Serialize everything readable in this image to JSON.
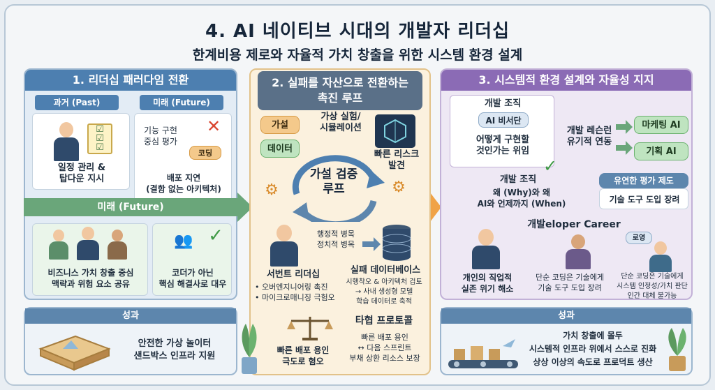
{
  "title": "4. AI 네이티브 시대의 개발자 리더십",
  "subtitle": "한계비용 제로와 자율적 가치 창출을 위한 시스템 환경 설계",
  "section1": {
    "header": "1. 리더십 패러다임 전환",
    "past_tag": "과거 (Past)",
    "future_tag": "미래 (Future)",
    "past_caption": "일정 관리 &\n탑다운 지시",
    "future_caption_1": "기능 구현\n중심 평가",
    "coding": "코딩",
    "future_caption_2": "배포 지연\n(결함 없는 아키텍처)",
    "band": "미래 (Future)",
    "bottom_left": "비즈니스 가치 창출 중심\n맥락과 위험 요소 공유",
    "bottom_right": "코더가 아닌\n핵심 해결사로 대우",
    "outcome_head": "성과",
    "outcome_text": "안전한 가상 놀이터\n샌드박스 인프라 지원"
  },
  "section2": {
    "header": "2. 실패를 자산으로 전환하는\n촉진 루프",
    "hypothesis": "가설",
    "data": "데이터",
    "simulation": "가상 실험/\n시뮬레이션",
    "loop": "가설 검증\n루프",
    "risk": "빠른 리스크\n발견",
    "bottleneck": "행정적 병목\n정치적 병목",
    "servant_title": "서번트 리더십",
    "servant_items": "• 오버엔지니어링 촉진\n• 마이크로매니징 극험오",
    "db_title": "실패 데이터베이스",
    "db_text": "시행착오 & 아키텍처 검토\n→ 사내 생성형 모델\n학습 데이터로 축적",
    "compromise": "타협 프로토콜",
    "balance_text": "빠른 배포 용인\n극도로 혐오",
    "compromise_text": "빠른 배포 용인\n↔ 다음 스프린트\n부채 상환 리소스 보장"
  },
  "section3": {
    "header": "3. 시스템적 환경 설계와 자율성 지지",
    "dev_org": "개발 조직",
    "ai_secretary": "AI 비서단",
    "delegation": "어떻게 구현할\n것인가는 위임",
    "lessons": "개발 레슨런\n유기적 연동",
    "marketing_ai": "마케팅 AI",
    "planning_ai": "기획 AI",
    "flex_eval": "유연한 평가 제도",
    "tool_adoption": "기술 도구 도입 장려",
    "dev_org2": "개발 조직",
    "why_when": "왜 (Why)와 왜\nAI와 언제까지 (When)",
    "career": "개발eloper Career",
    "crisis": "개인의 직업적\n실존 위기 해소",
    "simple_coding": "단순 코딩은 기술에게\n기술 도구 도입 장려",
    "roadmap": "로영",
    "irreplaceable": "단순 코딩은 기술에게\n시스템 인정성/가치 판단\n인간 대체 불가능",
    "outcome_head": "성과",
    "outcome_text": "가치 창출에 몰두\n시스템적 인프라 위에서 스스로 진화\n상상 이상의 속도로 프로덕트 생산"
  },
  "colors": {
    "blue_panel": "#4d7fb0",
    "purple_panel": "#8b6bb5",
    "orange_panel": "#e2c28a",
    "green": "#6aa67a"
  }
}
